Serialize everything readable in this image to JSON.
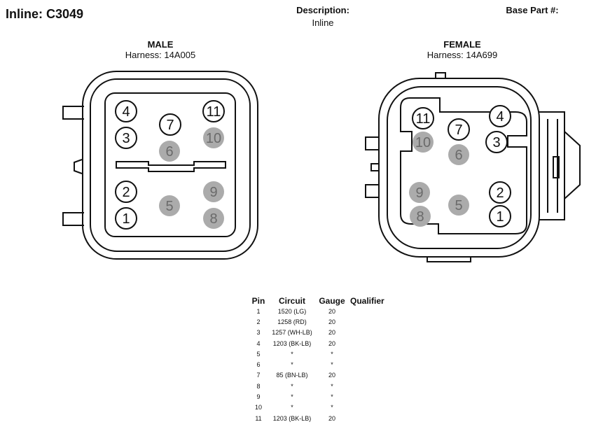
{
  "header": {
    "title": "Inline: C3049",
    "description_label": "Description:",
    "description_value": "Inline",
    "base_part_label": "Base Part #:"
  },
  "male": {
    "title": "MALE",
    "harness": "Harness: 14A005"
  },
  "female": {
    "title": "FEMALE",
    "harness": "Harness: 14A699"
  },
  "male_pins": [
    {
      "num": "4",
      "filled": false
    },
    {
      "num": "7",
      "filled": false
    },
    {
      "num": "11",
      "filled": false
    },
    {
      "num": "3",
      "filled": false
    },
    {
      "num": "10",
      "filled": true
    },
    {
      "num": "6",
      "filled": true
    },
    {
      "num": "2",
      "filled": false
    },
    {
      "num": "9",
      "filled": true
    },
    {
      "num": "5",
      "filled": true
    },
    {
      "num": "1",
      "filled": false
    },
    {
      "num": "8",
      "filled": true
    }
  ],
  "female_pins": [
    {
      "num": "11",
      "filled": false
    },
    {
      "num": "4",
      "filled": false
    },
    {
      "num": "7",
      "filled": false
    },
    {
      "num": "10",
      "filled": true
    },
    {
      "num": "3",
      "filled": false
    },
    {
      "num": "6",
      "filled": true
    },
    {
      "num": "9",
      "filled": true
    },
    {
      "num": "2",
      "filled": false
    },
    {
      "num": "5",
      "filled": true
    },
    {
      "num": "8",
      "filled": true
    },
    {
      "num": "1",
      "filled": false
    }
  ],
  "pin_table": {
    "headers": [
      "Pin",
      "Circuit",
      "Gauge",
      "Qualifier"
    ],
    "rows": [
      {
        "pin": "1",
        "circuit": "1520 (LG)",
        "gauge": "20"
      },
      {
        "pin": "2",
        "circuit": "1258 (RD)",
        "gauge": "20"
      },
      {
        "pin": "3",
        "circuit": "1257 (WH-LB)",
        "gauge": "20"
      },
      {
        "pin": "4",
        "circuit": "1203 (BK-LB)",
        "gauge": "20"
      },
      {
        "pin": "5",
        "circuit": "*",
        "gauge": "*"
      },
      {
        "pin": "6",
        "circuit": "*",
        "gauge": "*"
      },
      {
        "pin": "7",
        "circuit": "85 (BN-LB)",
        "gauge": "20"
      },
      {
        "pin": "8",
        "circuit": "*",
        "gauge": "*"
      },
      {
        "pin": "9",
        "circuit": "*",
        "gauge": "*"
      },
      {
        "pin": "10",
        "circuit": "*",
        "gauge": "*"
      },
      {
        "pin": "11",
        "circuit": "1203 (BK-LB)",
        "gauge": "20"
      }
    ]
  }
}
